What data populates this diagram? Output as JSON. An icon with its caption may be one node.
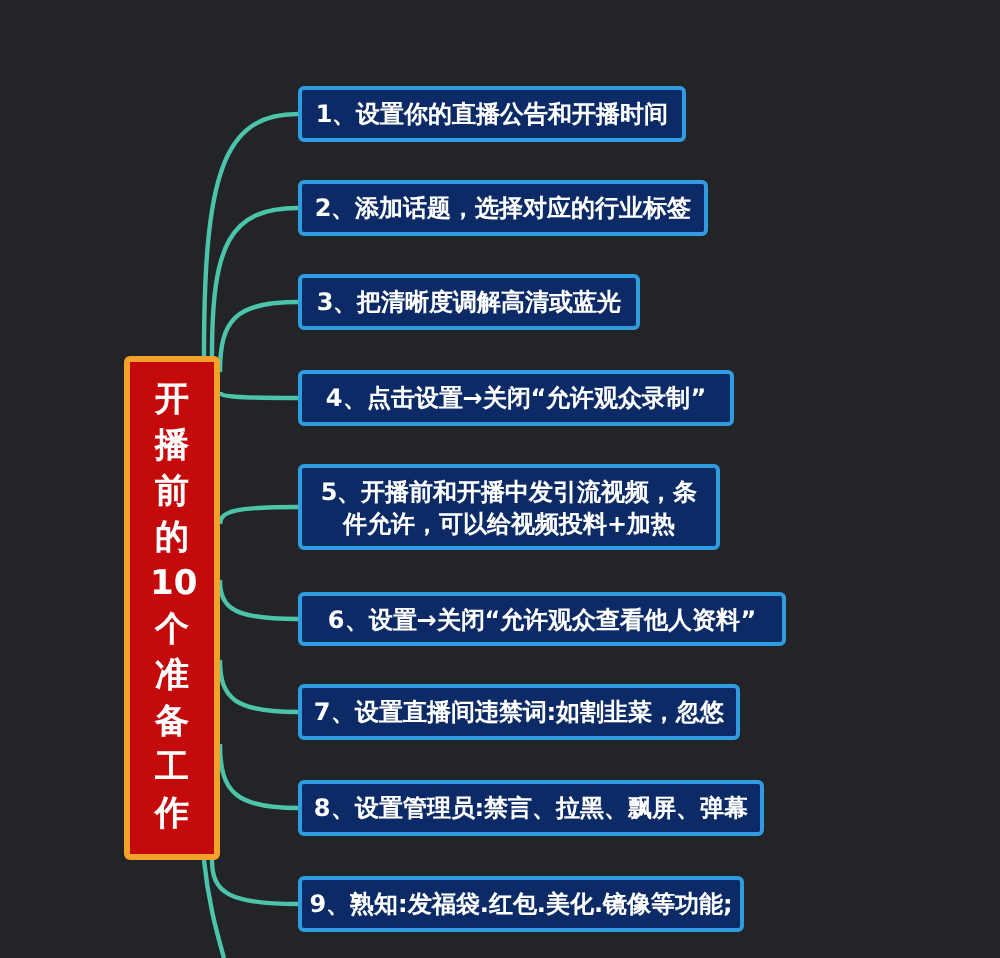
{
  "diagram": {
    "nodes": [
      {
        "text": [
          "开播前的10个准备工作"
        ]
      },
      {
        "text": [
          "1、设置你的直播公告和开播时间"
        ]
      },
      {
        "text": [
          "2、添加话题，选择对应的行业标签"
        ]
      },
      {
        "text": [
          "3、把清晰度调解高清或蓝光"
        ]
      },
      {
        "text": [
          "4、点击设置→关闭“允许观众录制”"
        ]
      },
      {
        "text": [
          "5、开播前和开播中发引流视频，条件允许，可以给视频投料+加热"
        ]
      },
      {
        "text": [
          "6、设置→关闭“允许观众查看他人资料”"
        ]
      },
      {
        "text": [
          "7、设置直播间违禁词:如割韭菜，忽悠"
        ]
      },
      {
        "text": [
          "8、设置管理员:禁言、拉黑、飘屏、弹幕"
        ]
      },
      {
        "text": [
          "9、熟知:发福袋.红包.美化.镜像等功能;"
        ]
      }
    ],
    "edges": [
      {
        "from": 0,
        "to": 1,
        "arrow": "none"
      },
      {
        "from": 0,
        "to": 2,
        "arrow": "none"
      },
      {
        "from": 0,
        "to": 3,
        "arrow": "none"
      },
      {
        "from": 0,
        "to": 4,
        "arrow": "none"
      },
      {
        "from": 0,
        "to": 5,
        "arrow": "none"
      },
      {
        "from": 0,
        "to": 6,
        "arrow": "none"
      },
      {
        "from": 0,
        "to": 7,
        "arrow": "none"
      },
      {
        "from": 0,
        "to": 8,
        "arrow": "none"
      },
      {
        "from": 0,
        "to": 9,
        "arrow": "none"
      },
      {
        "from": 0,
        "to": null,
        "arrow": "none"
      }
    ]
  }
}
